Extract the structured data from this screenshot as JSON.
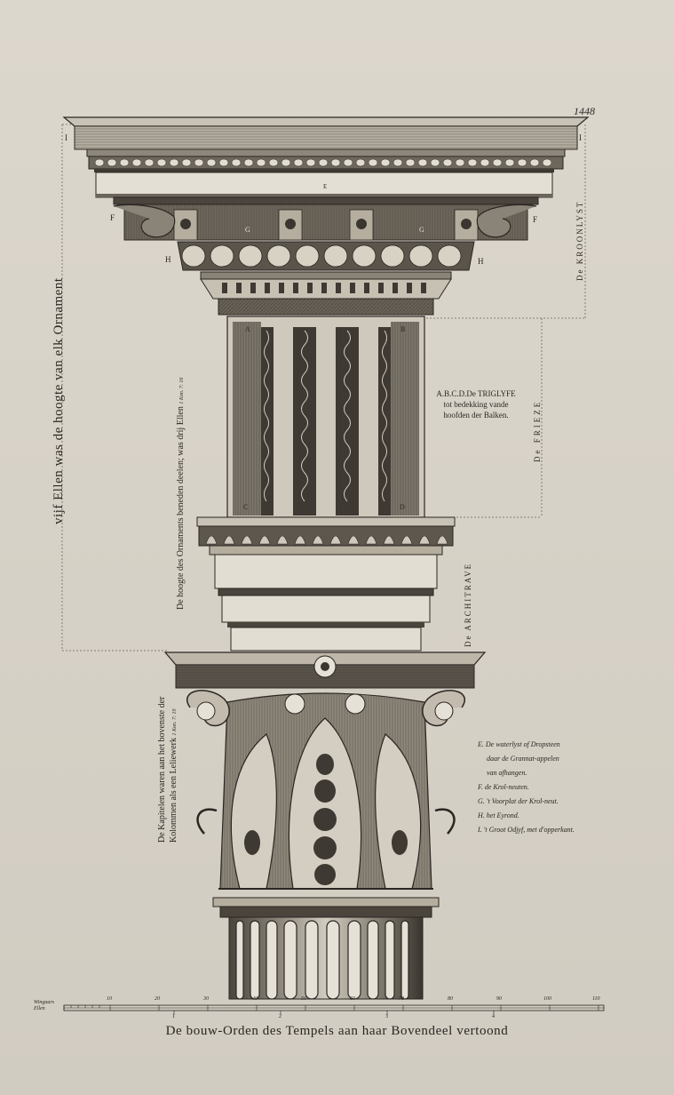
{
  "page_number": "1448",
  "caption": "De bouw-Orden des Tempels aan haar Bovendeel vertoond",
  "left_vertical": "vijf Ellen was de hoogte van elk Ornament",
  "center_vertical_top": "De hoogte des Ornaments beneden deelen; was drij Ellen",
  "center_vertical_top_ref": "1 Kon. 7: 16",
  "center_vertical_bottom_1": "De Kapitelen waren aan het bovenste der",
  "center_vertical_bottom_2": "Kolommen als een Leliewerk",
  "center_vertical_bottom_ref": "1 Kon. 7: 19",
  "right_labels": {
    "kroonlyst": "De KROONLYST",
    "frieze": "De FRIEZE",
    "architrave": "De ARCHITRAVE"
  },
  "triglyph_note": [
    "A.B.C.D.De TRIGLYFE",
    "tot bedekking vande",
    "hoofden der Balken."
  ],
  "legend": [
    "E. De waterlyst of Dropsteen",
    "daar de Grannat-appelen",
    "van afhangen.",
    "F. de Krol-neuten.",
    "G. 't Voorplat der Krol-neut.",
    "H. het Eyrond.",
    "I. 't Groot Odjyf, met d'opperkant."
  ],
  "letters": {
    "I_left": "I",
    "I_right": "I",
    "E": "E",
    "F_left": "F",
    "F_right": "F",
    "G_left": "G",
    "G_right": "G",
    "H_left": "H",
    "H_right": "H",
    "A": "A",
    "B": "B",
    "C": "C",
    "D": "D"
  },
  "scale_label_top": "Wingaars",
  "scale_label_bottom": "Ellen",
  "scale_upper": [
    "10",
    "20",
    "30",
    "40",
    "50",
    "60",
    "70",
    "80",
    "90",
    "100",
    "110"
  ],
  "scale_lower": [
    "1",
    "2",
    "3",
    "4"
  ]
}
